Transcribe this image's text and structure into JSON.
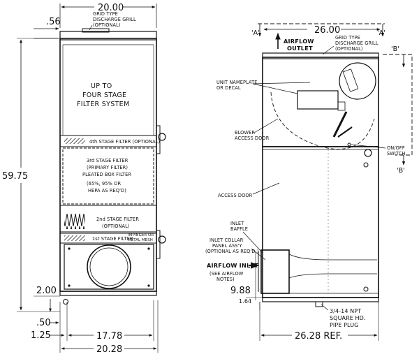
{
  "left_view": {
    "dims": {
      "width_top": "20.00",
      "offset_top": ".56",
      "height": "59.75",
      "base_2": "2.00",
      "base_050": ".50",
      "base_125": "1.25",
      "width_17": "17.78",
      "width_20": "20.28"
    },
    "labels": {
      "grill_1": "GRID TYPE",
      "grill_2": "DISCHARGE GRILL",
      "grill_3": "(OPTIONAL)",
      "system_1": "UP TO",
      "system_2": "FOUR STAGE",
      "system_3": "FILTER SYSTEM",
      "stage4": "4th STAGE FILTER (OPTIONAL)",
      "stage3_1": "3rd STAGE FILTER",
      "stage3_2": "(PRIMARY FILTER)",
      "stage3_3": "PLEATED BOX FILTER",
      "stage3_4": "(65%, 95% OR",
      "stage3_5": "HEPA AS REQ'D)",
      "stage2_1": "2nd STAGE FILTER",
      "stage2_2": "(OPTIONAL)",
      "stage1": "1st STAGE FILTER",
      "impinger_1": "IMPINGER OR",
      "impinger_2": "METAL MESH"
    }
  },
  "right_view": {
    "dims": {
      "width_top": "26.00",
      "inlet_h": "9.88",
      "inlet_off": "1.64",
      "depth_ref": "26.28 REF."
    },
    "labels": {
      "section_a1": "'A'",
      "section_a2": "'A'",
      "section_b1": "'B'",
      "section_b2": "'B'",
      "airflow_1": "AIRFLOW",
      "airflow_2": "OUTLET",
      "grill_1": "GRID TYPE",
      "grill_2": "DISCHARGE GRILL",
      "grill_3": "(OPTIONAL)",
      "nameplate_1": "UNIT NAMEPLATE",
      "nameplate_2": "OR DECAL",
      "blower_1": "BLOWER",
      "blower_2": "ACCESS DOOR",
      "switch_1": "ON/OFF",
      "switch_2": "SWITCH",
      "access_door": "ACCESS DOOR",
      "baffle_1": "INLET",
      "baffle_2": "BAFFLE",
      "collar_1": "INLET COLLAR",
      "collar_2": "PANEL ASS'Y",
      "collar_3": "(OPTIONAL AS REQ'D.)",
      "inlet_1": "AIRFLOW INLET",
      "inlet_2": "(SEE AIRFLOW",
      "inlet_3": "NOTES)",
      "plug_1": "3/4-14 NPT",
      "plug_2": "SQUARE HD.",
      "plug_3": "PIPE PLUG"
    }
  }
}
